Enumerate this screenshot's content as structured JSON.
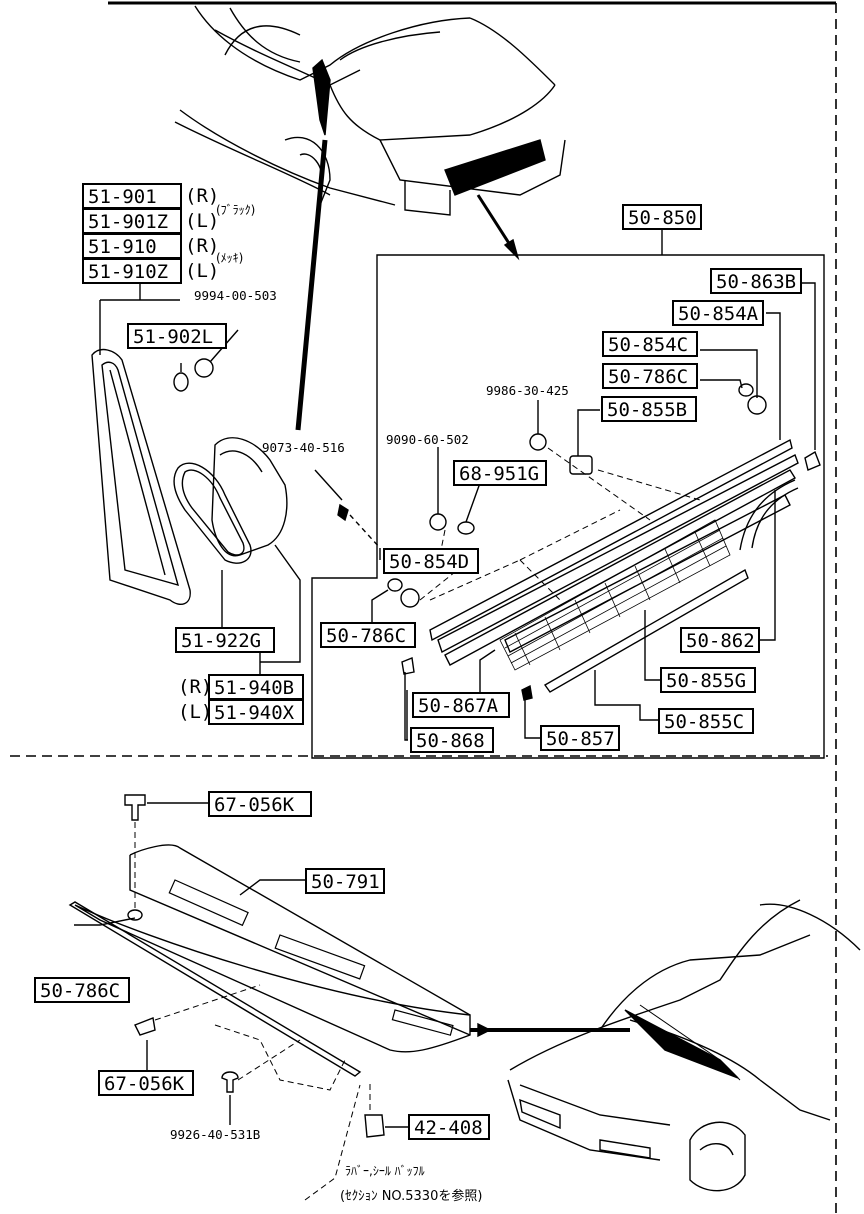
{
  "figure": {
    "parts_upper": {
      "garnish_r_black": "51-901",
      "garnish_l_black": "51-901Z",
      "garnish_r_plated": "51-910",
      "garnish_l_plated": "51-910Z",
      "side_r1": "(R)",
      "side_l1": "(L)",
      "side_r2": "(R)",
      "side_l2": "(L)",
      "note_black": "(ﾌﾞﾗｯｸ)",
      "note_plated": "(ﾒｯｷ)",
      "nut_code": "9994-00-503",
      "washer": "51-902L",
      "clip_code": "9073-40-516",
      "seal": "51-922G",
      "side_r3": "(R)",
      "side_l3": "(L)",
      "lamp_r": "51-940B",
      "lamp_l": "51-940X",
      "assembly": "50-850",
      "bracket": "50-863B",
      "molding_a": "50-854A",
      "molding_c": "50-854C",
      "spacer_top": "50-786C",
      "screw_code": "9986-30-425",
      "clip_b": "50-855B",
      "nut2_code": "9090-60-502",
      "washer2": "68-951G",
      "molding_d": "50-854D",
      "spacer_left": "50-786C",
      "molding_862": "50-862",
      "clip_g": "50-855G",
      "molding_867a": "50-867A",
      "clip_c": "50-855C",
      "pin_857": "50-857",
      "clip_868": "50-868"
    },
    "parts_lower": {
      "clip_top": "67-056K",
      "cowl": "50-791",
      "seal": "50-786C",
      "clip_bottom": "67-056K",
      "grommet_code": "9926-40-531B",
      "nozzle": "42-408",
      "note_line1": "ﾗﾊﾞｰ,ｼｰﾙ ﾊﾞｯﾌﾙ",
      "note_line2": "(ｾｸｼｮﾝ NO.5330を参照)"
    }
  }
}
